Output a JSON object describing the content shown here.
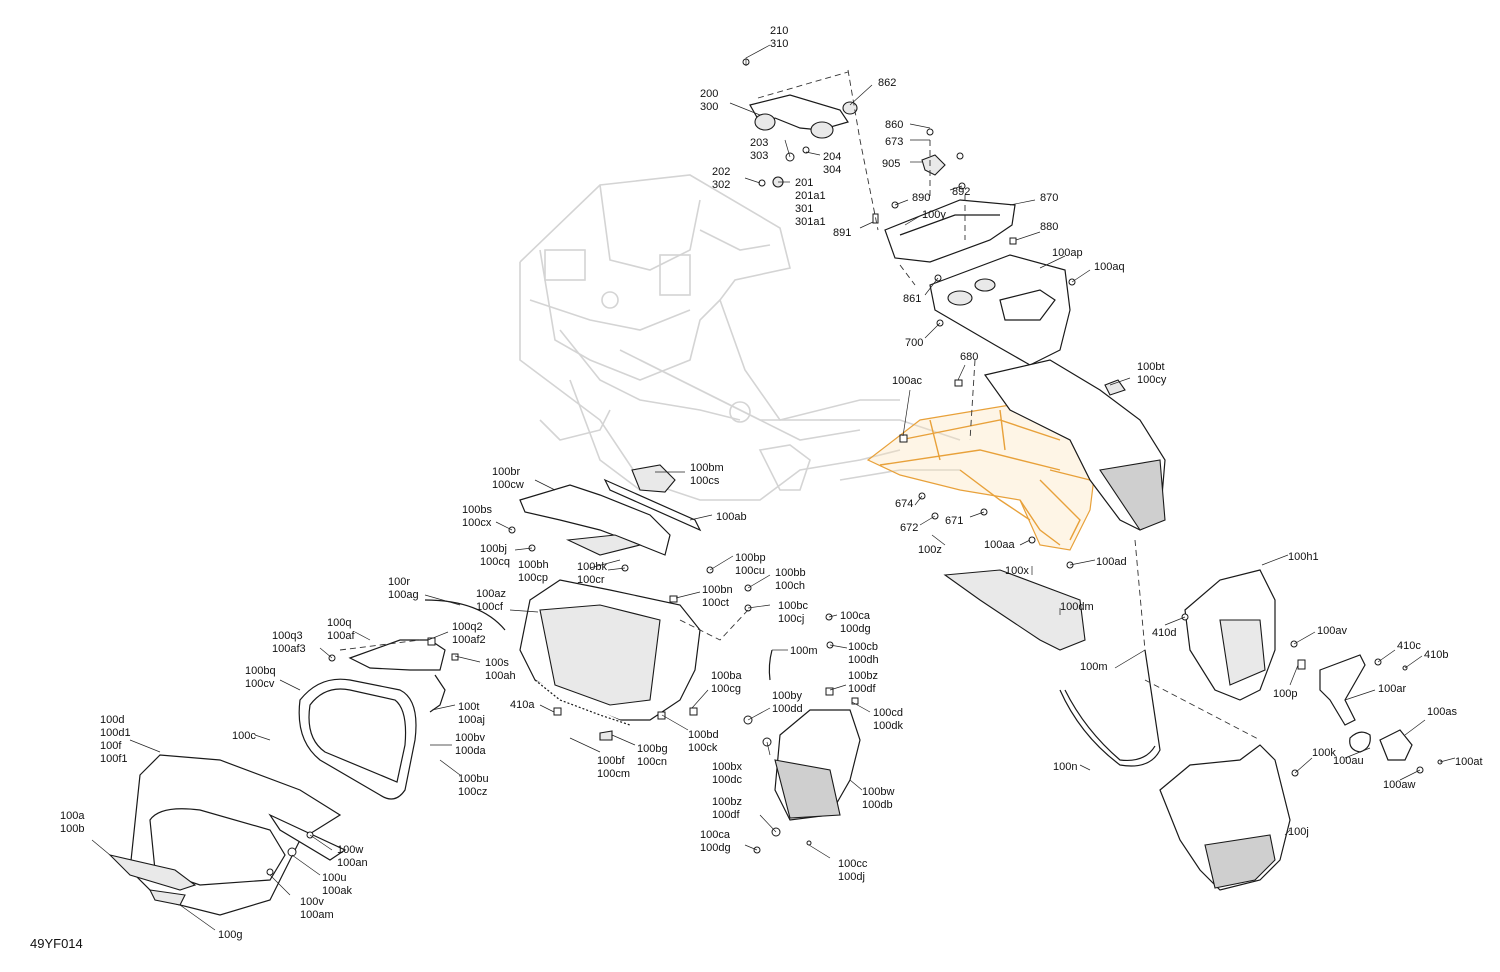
{
  "diagram_code": "49YF014",
  "labels": [
    {
      "id": "l210",
      "lines": [
        "210",
        "310"
      ]
    },
    {
      "id": "l862",
      "lines": [
        "862"
      ]
    },
    {
      "id": "l200",
      "lines": [
        "200",
        "300"
      ]
    },
    {
      "id": "l860",
      "lines": [
        "860"
      ]
    },
    {
      "id": "l673",
      "lines": [
        "673"
      ]
    },
    {
      "id": "l203",
      "lines": [
        "203",
        "303"
      ]
    },
    {
      "id": "l204",
      "lines": [
        "204",
        "304"
      ]
    },
    {
      "id": "l905",
      "lines": [
        "905"
      ]
    },
    {
      "id": "l202",
      "lines": [
        "202",
        "302"
      ]
    },
    {
      "id": "l201",
      "lines": [
        "201",
        "201a1",
        "301",
        "301a1"
      ]
    },
    {
      "id": "l890",
      "lines": [
        "890"
      ]
    },
    {
      "id": "l892",
      "lines": [
        "892"
      ]
    },
    {
      "id": "l870",
      "lines": [
        "870"
      ]
    },
    {
      "id": "l100y",
      "lines": [
        "100y"
      ]
    },
    {
      "id": "l891",
      "lines": [
        "891"
      ]
    },
    {
      "id": "l880",
      "lines": [
        "880"
      ]
    },
    {
      "id": "l100ap",
      "lines": [
        "100ap"
      ]
    },
    {
      "id": "l100aq",
      "lines": [
        "100aq"
      ]
    },
    {
      "id": "l861",
      "lines": [
        "861"
      ]
    },
    {
      "id": "l700",
      "lines": [
        "700"
      ]
    },
    {
      "id": "l680",
      "lines": [
        "680"
      ]
    },
    {
      "id": "l100ac",
      "lines": [
        "100ac"
      ]
    },
    {
      "id": "l100bt",
      "lines": [
        "100bt",
        "100cy"
      ]
    },
    {
      "id": "l100br",
      "lines": [
        "100br",
        "100cw"
      ]
    },
    {
      "id": "l100bm",
      "lines": [
        "100bm",
        "100cs"
      ]
    },
    {
      "id": "l674",
      "lines": [
        "674"
      ]
    },
    {
      "id": "l672",
      "lines": [
        "672"
      ]
    },
    {
      "id": "l671",
      "lines": [
        "671"
      ]
    },
    {
      "id": "l100bs",
      "lines": [
        "100bs",
        "100cx"
      ]
    },
    {
      "id": "l100ab",
      "lines": [
        "100ab"
      ]
    },
    {
      "id": "l100z",
      "lines": [
        "100z"
      ]
    },
    {
      "id": "l100aa",
      "lines": [
        "100aa"
      ]
    },
    {
      "id": "l100ad",
      "lines": [
        "100ad"
      ]
    },
    {
      "id": "l100bj",
      "lines": [
        "100bj",
        "100cq"
      ]
    },
    {
      "id": "l100bh",
      "lines": [
        "100bh",
        "100cp"
      ]
    },
    {
      "id": "l100bk",
      "lines": [
        "100bk",
        "100cr"
      ]
    },
    {
      "id": "l100bp",
      "lines": [
        "100bp",
        "100cu"
      ]
    },
    {
      "id": "l100bb",
      "lines": [
        "100bb",
        "100ch"
      ]
    },
    {
      "id": "l100x",
      "lines": [
        "100x"
      ]
    },
    {
      "id": "l100h1",
      "lines": [
        "100h1"
      ]
    },
    {
      "id": "l100r",
      "lines": [
        "100r",
        "100ag"
      ]
    },
    {
      "id": "l100az",
      "lines": [
        "100az",
        "100cf"
      ]
    },
    {
      "id": "l100bn",
      "lines": [
        "100bn",
        "100ct"
      ]
    },
    {
      "id": "l100bc",
      "lines": [
        "100bc",
        "100cj"
      ]
    },
    {
      "id": "l100dm",
      "lines": [
        "100dm"
      ]
    },
    {
      "id": "l100q",
      "lines": [
        "100q",
        "100af"
      ]
    },
    {
      "id": "l100q3",
      "lines": [
        "100q3",
        "100af3"
      ]
    },
    {
      "id": "l100q2",
      "lines": [
        "100q2",
        "100af2"
      ]
    },
    {
      "id": "l100ca1",
      "lines": [
        "100ca",
        "100dg"
      ]
    },
    {
      "id": "l410d",
      "lines": [
        "410d"
      ]
    },
    {
      "id": "l100av",
      "lines": [
        "100av"
      ]
    },
    {
      "id": "l410c",
      "lines": [
        "410c"
      ]
    },
    {
      "id": "l410b",
      "lines": [
        "410b"
      ]
    },
    {
      "id": "l100m1",
      "lines": [
        "100m"
      ]
    },
    {
      "id": "l100cb",
      "lines": [
        "100cb",
        "100dh"
      ]
    },
    {
      "id": "l100s",
      "lines": [
        "100s",
        "100ah"
      ]
    },
    {
      "id": "l100m2",
      "lines": [
        "100m"
      ]
    },
    {
      "id": "l100bq",
      "lines": [
        "100bq",
        "100cv"
      ]
    },
    {
      "id": "l100ba",
      "lines": [
        "100ba",
        "100cg"
      ]
    },
    {
      "id": "l100bz1",
      "lines": [
        "100bz",
        "100df"
      ]
    },
    {
      "id": "l100p",
      "lines": [
        "100p"
      ]
    },
    {
      "id": "l100ar",
      "lines": [
        "100ar"
      ]
    },
    {
      "id": "l100t",
      "lines": [
        "100t",
        "100aj"
      ]
    },
    {
      "id": "l410a",
      "lines": [
        "410a"
      ]
    },
    {
      "id": "l100by",
      "lines": [
        "100by",
        "100dd"
      ]
    },
    {
      "id": "l100cd",
      "lines": [
        "100cd",
        "100dk"
      ]
    },
    {
      "id": "l100as",
      "lines": [
        "100as"
      ]
    },
    {
      "id": "l100d",
      "lines": [
        "100d",
        "100d1",
        "100f",
        "100f1"
      ]
    },
    {
      "id": "l100bv",
      "lines": [
        "100bv",
        "100da"
      ]
    },
    {
      "id": "l100bd",
      "lines": [
        "100bd",
        "100ck"
      ]
    },
    {
      "id": "l100c",
      "lines": [
        "100c"
      ]
    },
    {
      "id": "l100bg",
      "lines": [
        "100bg",
        "100cn"
      ]
    },
    {
      "id": "l100k",
      "lines": [
        "100k"
      ]
    },
    {
      "id": "l100au",
      "lines": [
        "100au"
      ]
    },
    {
      "id": "l100at",
      "lines": [
        "100at"
      ]
    },
    {
      "id": "l100bf",
      "lines": [
        "100bf",
        "100cm"
      ]
    },
    {
      "id": "l100bx",
      "lines": [
        "100bx",
        "100dc"
      ]
    },
    {
      "id": "l100bw",
      "lines": [
        "100bw",
        "100db"
      ]
    },
    {
      "id": "l100n",
      "lines": [
        "100n"
      ]
    },
    {
      "id": "l100aw",
      "lines": [
        "100aw"
      ]
    },
    {
      "id": "l100bu",
      "lines": [
        "100bu",
        "100cz"
      ]
    },
    {
      "id": "l100bz2",
      "lines": [
        "100bz",
        "100df"
      ]
    },
    {
      "id": "l100j",
      "lines": [
        "100j"
      ]
    },
    {
      "id": "l100a",
      "lines": [
        "100a",
        "100b"
      ]
    },
    {
      "id": "l100w",
      "lines": [
        "100w",
        "100an"
      ]
    },
    {
      "id": "l100ca2",
      "lines": [
        "100ca",
        "100dg"
      ]
    },
    {
      "id": "l100u",
      "lines": [
        "100u",
        "100ak"
      ]
    },
    {
      "id": "l100cc",
      "lines": [
        "100cc",
        "100dj"
      ]
    },
    {
      "id": "l100v",
      "lines": [
        "100v",
        "100am"
      ]
    },
    {
      "id": "l100g",
      "lines": [
        "100g"
      ]
    }
  ]
}
